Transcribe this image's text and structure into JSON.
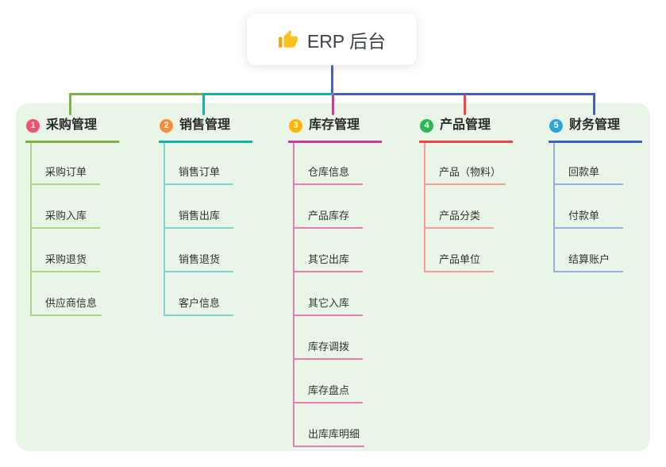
{
  "root": {
    "title": "ERP 后台",
    "icon": "thumbs-up"
  },
  "colors": {
    "canvas_bg": "#ffffff",
    "panel_bg": "#e9f5e6",
    "trunk": "#4d61d3",
    "root_box_bg": "#ffffff",
    "title_text": "#3c4150"
  },
  "branches": [
    {
      "num": "1",
      "label": "采购管理",
      "badge_color": "#f4516c",
      "line_color": "#7cb342",
      "child_line_color": "#acd584",
      "children": [
        "采购订单",
        "采购入库",
        "采购退货",
        "供应商信息"
      ]
    },
    {
      "num": "2",
      "label": "销售管理",
      "badge_color": "#fa8d3d",
      "line_color": "#14b3a7",
      "child_line_color": "#7fd6cc",
      "children": [
        "销售订单",
        "销售出库",
        "销售退货",
        "客户信息"
      ]
    },
    {
      "num": "3",
      "label": "库存管理",
      "badge_color": "#ffb302",
      "line_color": "#d1389f",
      "child_line_color": "#f277b0",
      "children": [
        "仓库信息",
        "产品库存",
        "其它出库",
        "其它入库",
        "库存调拨",
        "库存盘点",
        "出库库明细"
      ]
    },
    {
      "num": "4",
      "label": "产品管理",
      "badge_color": "#2eb851",
      "line_color": "#f2434a",
      "child_line_color": "#f79c97",
      "children": [
        "产品（物料）",
        "产品分类",
        "产品单位"
      ]
    },
    {
      "num": "5",
      "label": "财务管理",
      "badge_color": "#2ba5de",
      "line_color": "#3f5ec9",
      "child_line_color": "#98aede",
      "children": [
        "回款单",
        "付款单",
        "结算账户"
      ]
    }
  ]
}
